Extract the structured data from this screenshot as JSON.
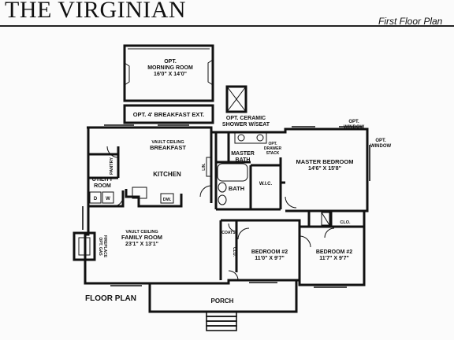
{
  "header": {
    "title": "THE VIRGINIAN",
    "subtitle": "First Floor Plan"
  },
  "rooms": {
    "morning_room": {
      "line1": "OPT.",
      "line2": "MORNING ROOM",
      "line3": "16'0\" X 14'0\""
    },
    "breakfast_ext": "OPT. 4' BREAKFAST EXT.",
    "shower": {
      "line1": "OPT. CERAMIC",
      "line2": "SHOWER W/SEAT"
    },
    "opt_window_1": {
      "line1": "OPT.",
      "line2": "WINDOW"
    },
    "opt_window_2": {
      "line1": "OPT.",
      "line2": "WINDOW"
    },
    "breakfast": {
      "line1": "VAULT CEILING",
      "line2": "BREAKFAST"
    },
    "master_bath": {
      "line1": "MASTER",
      "line2": "BATH"
    },
    "drawer_stack": {
      "line1": "OPT.",
      "line2": "DRAWER",
      "line3": "STACK"
    },
    "master_bedroom": {
      "line1": "MASTER BEDROOM",
      "line2": "14'6\" X 15'8\""
    },
    "pantry": "PANTRY",
    "kitchen": "KITCHEN",
    "linen": "LIN.",
    "wic": "W.I.C.",
    "bath": "BATH",
    "utility": {
      "line1": "UTILITY",
      "line2": "ROOM"
    },
    "dryer": "D",
    "washer": "W",
    "dishwasher": "DW.",
    "family_room": {
      "line1": "VAULT CEILING",
      "line2": "FAMILY ROOM",
      "line3": "23'1\" X 13'1\""
    },
    "fireplace": {
      "line1": "OPT. GAS",
      "line2": "FIREPLACE"
    },
    "coats": "COATS",
    "closet_left": "CLO.",
    "closet_right": "CLO.",
    "bedroom_a": {
      "line1": "BEDROOM #2",
      "line2": "11'0\" X 9'7\""
    },
    "bedroom_b": {
      "line1": "BEDROOM #2",
      "line2": "11'7\" X 9'7\""
    },
    "porch": "PORCH",
    "floor_plan_label": "FLOOR PLAN"
  }
}
